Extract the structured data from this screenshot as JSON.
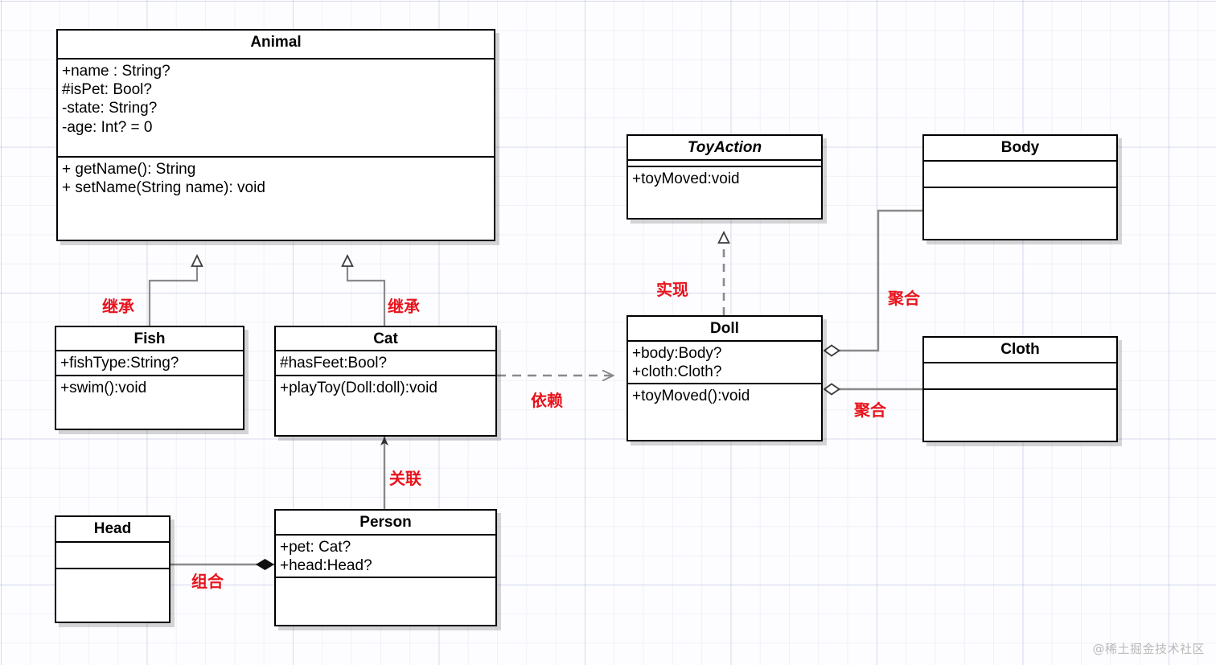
{
  "diagram": {
    "type": "uml-class-diagram",
    "watermark": "@稀土掘金技术社区",
    "accent_color": "#e8121b",
    "line_color": "#808080",
    "border_color": "#000000",
    "background": "#fdfdff"
  },
  "classes": {
    "animal": {
      "name": "Animal",
      "attributes": [
        "+name : String?",
        "#isPet: Bool?",
        "-state: String?",
        "-age: Int? = 0"
      ],
      "operations": [
        "+ getName(): String",
        "+ setName(String name): void"
      ]
    },
    "fish": {
      "name": "Fish",
      "attributes": [
        "+fishType:String?"
      ],
      "operations": [
        "+swim():void"
      ]
    },
    "cat": {
      "name": "Cat",
      "attributes": [
        "#hasFeet:Bool?"
      ],
      "operations": [
        "+playToy(Doll:doll):void"
      ]
    },
    "person": {
      "name": "Person",
      "attributes": [
        "+pet: Cat?",
        "+head:Head?"
      ],
      "operations": []
    },
    "head": {
      "name": "Head",
      "attributes": [],
      "operations": []
    },
    "toyaction": {
      "name": "ToyAction",
      "attributes": [],
      "operations": [
        "+toyMoved:void"
      ]
    },
    "doll": {
      "name": "Doll",
      "attributes": [
        "+body:Body?",
        "+cloth:Cloth?"
      ],
      "operations": [
        "+toyMoved():void"
      ]
    },
    "body": {
      "name": "Body",
      "attributes": [],
      "operations": []
    },
    "cloth": {
      "name": "Cloth",
      "attributes": [],
      "operations": []
    }
  },
  "relations": {
    "fish_animal": {
      "label": "继承",
      "kind": "generalization"
    },
    "cat_animal": {
      "label": "继承",
      "kind": "generalization"
    },
    "doll_toyaction": {
      "label": "实现",
      "kind": "realization"
    },
    "cat_doll": {
      "label": "依赖",
      "kind": "dependency"
    },
    "person_cat": {
      "label": "关联",
      "kind": "association"
    },
    "head_person": {
      "label": "组合",
      "kind": "composition"
    },
    "doll_body": {
      "label": "聚合",
      "kind": "aggregation"
    },
    "doll_cloth": {
      "label": "聚合",
      "kind": "aggregation"
    }
  }
}
